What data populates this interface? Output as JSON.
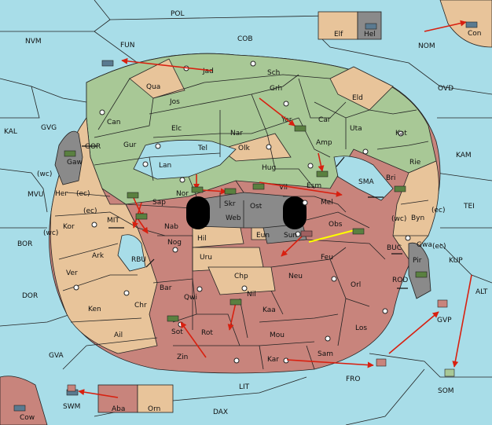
{
  "colors": {
    "sea": "#a8dde8",
    "green": "#a8c896",
    "tan": "#e8c49a",
    "red": "#c8847c",
    "gray": "#8a8a8a",
    "border": "#222222",
    "arrow": "#d82010",
    "support": "#ffff00",
    "unit": "#5a8040"
  },
  "labels": {
    "POL": "POL",
    "NVM": "NVM",
    "FUN": "FUN",
    "COB": "COB",
    "NOM": "NOM",
    "Con": "Con",
    "Elf": "Elf",
    "Hel": "Hel",
    "OVD": "OVD",
    "KAL": "KAL",
    "GVG": "GVG",
    "KAM": "KAM",
    "MVU": "MVU",
    "TEI": "TEI",
    "BOR": "BOR",
    "KUP": "KUP",
    "DOR": "DOR",
    "ALT": "ALT",
    "GVA": "GVA",
    "FRO": "FRO",
    "LIT": "LIT",
    "DAX": "DAX",
    "SWM": "SWM",
    "SOM": "SOM",
    "Cow": "Cow",
    "Aba": "Aba",
    "Orn": "Orn",
    "Jad": "Jad",
    "Sch": "Sch",
    "Qua": "Qua",
    "Grh": "Grh",
    "Jos": "Jos",
    "Eld": "Eld",
    "Can": "Can",
    "Yor": "Yor",
    "Car": "Car",
    "Uta": "Uta",
    "Kat": "Kat",
    "Elc": "Elc",
    "Nar": "Nar",
    "Tel": "Tel",
    "Amp": "Amp",
    "Olk": "Olk",
    "Gur": "Gur",
    "Lan": "Lan",
    "Hug": "Hug",
    "Rie": "Rie",
    "Bri": "Bri",
    "Esm": "Esm",
    "SMA": "SMA",
    "Nor": "Nor",
    "Skr": "Skr",
    "Vil": "Vil",
    "Sap": "Sap",
    "Ost": "Ost",
    "Web": "Web",
    "Mel": "Mel",
    "Byn": "Byn",
    "Nab": "Nab",
    "Obs": "Obs",
    "Eun": "Eun",
    "Sun": "Sun",
    "Hil": "Hil",
    "Nog": "Nog",
    "Gwa": "Gwa",
    "Uru": "Uru",
    "Feu": "Feu",
    "Pir": "Pir",
    "Chp": "Chp",
    "Neu": "Neu",
    "Orl": "Orl",
    "Bar": "Bar",
    "Qwi": "Qwi",
    "Nil": "Nil",
    "Ken": "Ken",
    "Chr": "Chr",
    "Kaa": "Kaa",
    "Los": "Los",
    "Ail": "Ail",
    "Sot": "Sot",
    "Rot": "Rot",
    "Mou": "Mou",
    "Zin": "Zin",
    "Kar": "Kar",
    "Sam": "Sam",
    "Gaw": "Gaw",
    "GOR": "GOR",
    "Her": "Her",
    "Kor": "Kor",
    "Ark": "Ark",
    "Ver": "Ver",
    "MIT": "MIT",
    "RBU": "RBU",
    "BUC": "BUC",
    "ROD": "ROD",
    "GVP": "GVP",
    "wc": "(wc)",
    "ec": "(ec)"
  }
}
